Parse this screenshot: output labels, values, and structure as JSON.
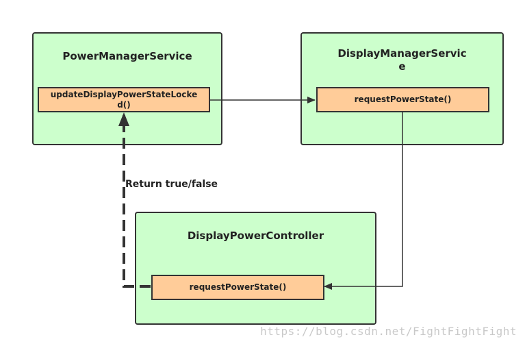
{
  "boxes": {
    "power_manager": {
      "title": "PowerManagerService",
      "method": "updateDisplayPowerStateLocke\nd()"
    },
    "display_manager": {
      "title": "DisplayManagerServic\ne",
      "method": "requestPowerState()"
    },
    "display_power_controller": {
      "title": "DisplayPowerController",
      "method": "requestPowerState()"
    }
  },
  "return_label": "Return true/false",
  "watermark": "https://blog.csdn.net/FightFightFight",
  "colors": {
    "box_fill": "#ccffcc",
    "method_fill": "#ffcc99",
    "stroke": "#333333"
  }
}
